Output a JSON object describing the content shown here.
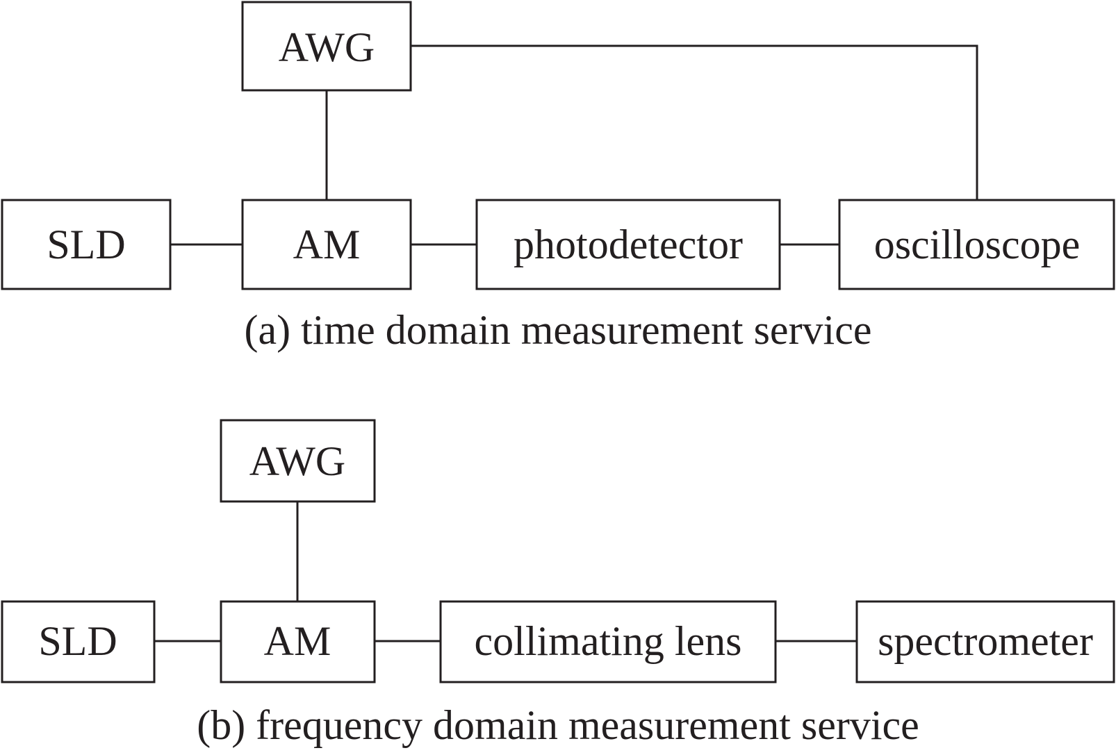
{
  "diagram_a": {
    "blocks": {
      "awg": "AWG",
      "sld": "SLD",
      "am": "AM",
      "photodetector": "photodetector",
      "oscilloscope": "oscilloscope"
    },
    "caption": "(a) time domain measurement service"
  },
  "diagram_b": {
    "blocks": {
      "awg": "AWG",
      "sld": "SLD",
      "am": "AM",
      "lens": "collimating lens",
      "spectrometer": "spectrometer"
    },
    "caption": "(b) frequency domain measurement service"
  },
  "colors": {
    "ink": "#231f20",
    "background": "#ffffff"
  }
}
